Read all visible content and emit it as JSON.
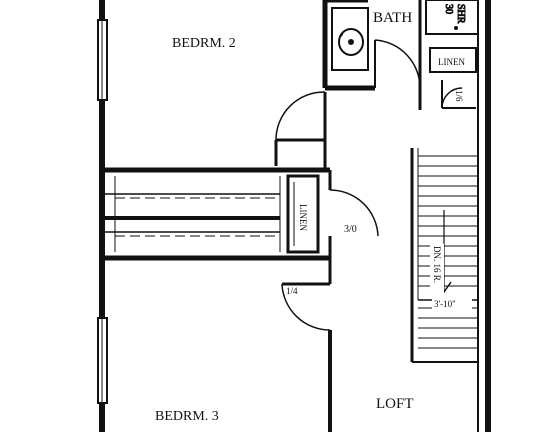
{
  "rooms": {
    "bedroom_2": "BEDRM. 2",
    "bedroom_3": "BEDRM. 3",
    "bath": "BATH",
    "loft": "LOFT"
  },
  "closets": {
    "linen_top": "LINEN",
    "linen_hall": "LINEN",
    "bifold_hall": "3/0",
    "shower_upper": "30",
    "shower_lower": "SHR",
    "small_door": "1/6"
  },
  "stair": {
    "direction": "DN. 16 R.",
    "width": "3'-10\""
  },
  "door_swing_note": "1/4"
}
